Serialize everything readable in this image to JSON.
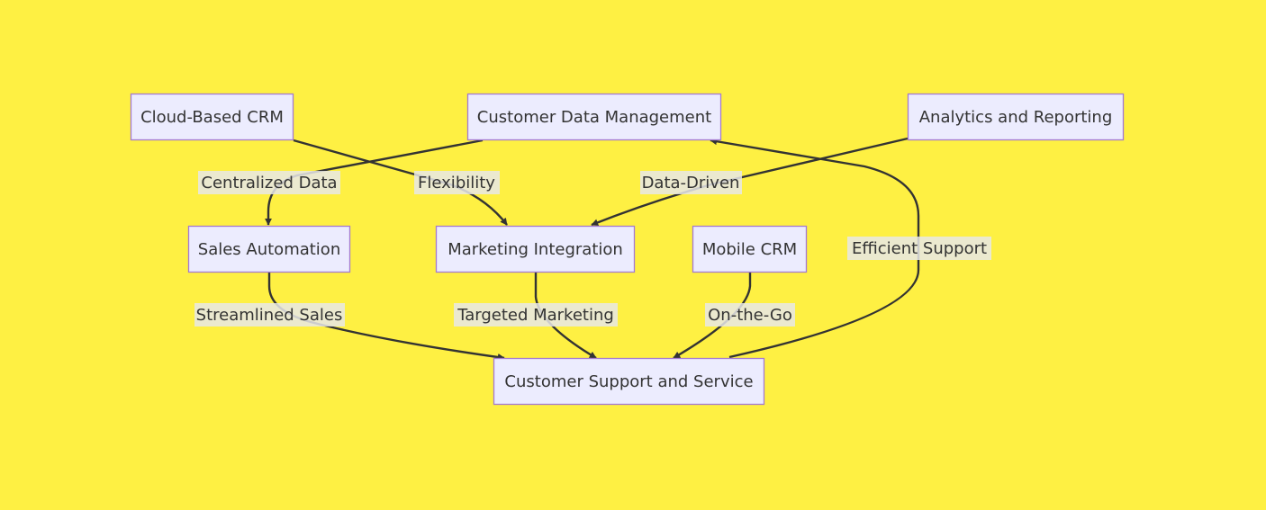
{
  "nodes": {
    "cloud_crm": "Cloud-Based CRM",
    "customer_data_mgmt": "Customer Data Management",
    "analytics_reporting": "Analytics and Reporting",
    "sales_automation": "Sales Automation",
    "marketing_integration": "Marketing Integration",
    "mobile_crm": "Mobile CRM",
    "customer_support": "Customer Support and Service"
  },
  "edges": {
    "centralized_data": "Centralized Data",
    "flexibility": "Flexibility",
    "data_driven": "Data-Driven",
    "efficient_support": "Efficient Support",
    "streamlined_sales": "Streamlined Sales",
    "targeted_marketing": "Targeted Marketing",
    "on_the_go": "On-the-Go"
  },
  "colors": {
    "background": "#fef043",
    "node_fill": "#ececfe",
    "node_border": "#a47ad0",
    "edge": "#333333"
  }
}
